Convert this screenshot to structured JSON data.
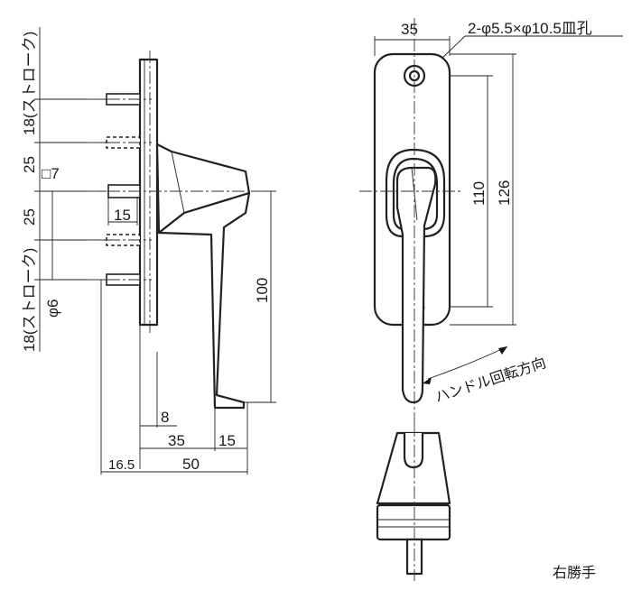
{
  "side_view": {
    "stroke_top": "18(ストローク)",
    "gap_upper": "25",
    "square": "□7",
    "gap_lower": "25",
    "width_15": "15",
    "phi6": "φ6",
    "stroke_bottom": "18(ストローク)",
    "height_100": "100",
    "dim_8": "8",
    "dim_35": "35",
    "dim_15b": "15",
    "dim_16_5": "16.5",
    "dim_50": "50"
  },
  "front_view": {
    "width_35": "35",
    "holes": "2-φ5.5×φ10.5皿孔",
    "dim_110": "110",
    "dim_126": "126",
    "rotation": "ハンドル回転方向"
  },
  "note": "右勝手"
}
